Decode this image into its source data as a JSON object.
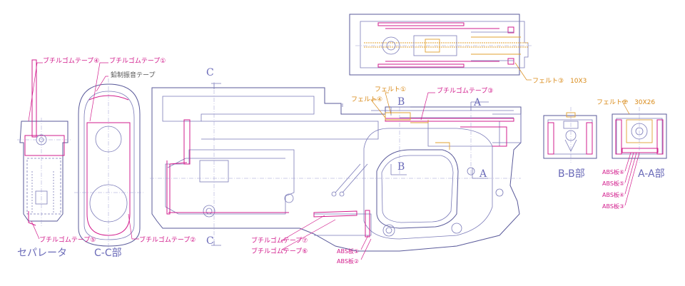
{
  "labels": {
    "butyl4": "ブチルゴムテープ④",
    "butyl1": "ブチルゴムテープ①",
    "lead_tape": "鉛制振音テープ",
    "butyl5": "ブチルゴムテープ⑤",
    "butyl2": "ブチルゴムテープ②",
    "felt1": "フェルト①",
    "felt4": "フェルト④",
    "butyl3": "ブチルゴムテープ③",
    "butyl7": "ブチルゴムテープ⑦",
    "butyl6": "ブチルゴムテープ⑥",
    "abs1": "ABS板①",
    "abs2": "ABS板②",
    "felt3": "フェルト③　10X3",
    "felt2": "フェルト②　30X26",
    "abs6": "ABS板⑥",
    "abs5": "ABS板⑤",
    "abs4": "ABS板④",
    "abs3": "ABS板③"
  },
  "section_marks": {
    "c_top": "C",
    "c_bottom": "C",
    "b_top": "B",
    "b_bottom": "B",
    "a_top": "A",
    "a_bottom": "A"
  },
  "view_titles": {
    "separator": "セパレータ",
    "cc": "C-C部",
    "bb": "B-B部",
    "aa": "A-A部"
  },
  "colors": {
    "outline": "#7a7ab8",
    "rubber_tape": "#d21c8c",
    "felt": "#e0a030"
  }
}
